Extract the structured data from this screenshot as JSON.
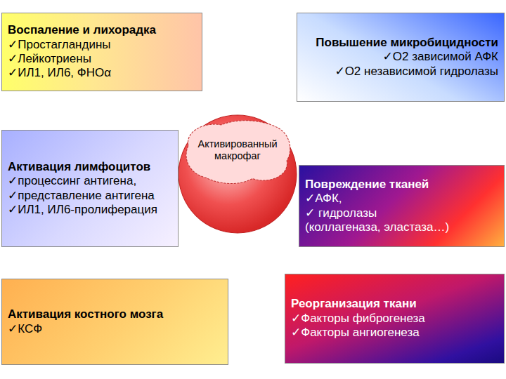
{
  "diagram": {
    "nodes": [
      {
        "text": [
          "Воспаление и лихорадка",
          "✓Простагландины",
          "✓Лейкотриены",
          "✓ИЛ1, ИЛ6, ФНОα"
        ]
      },
      {
        "text": [
          "Повышение микробицидности",
          "✓O2 зависимой АФК",
          "✓O2 независимой гидролазы"
        ]
      },
      {
        "text": [
          "Активированный макрофаг"
        ]
      },
      {
        "text": [
          "Активация лимфоцитов",
          "✓процессинг антигена,",
          "✓представление антигена",
          "✓ИЛ1, ИЛ6-пролиферация"
        ]
      },
      {
        "text": [
          "Повреждение тканей",
          "✓АФК,",
          "✓ гидролазы",
          "(коллагеназа, эластаза…)"
        ]
      },
      {
        "text": [
          "Активация костного мозга",
          "✓КСФ"
        ]
      },
      {
        "text": [
          "Реорганизация ткани",
          "✓Факторы фиброгенеза",
          "✓Факторы ангиогенеза"
        ]
      }
    ]
  }
}
